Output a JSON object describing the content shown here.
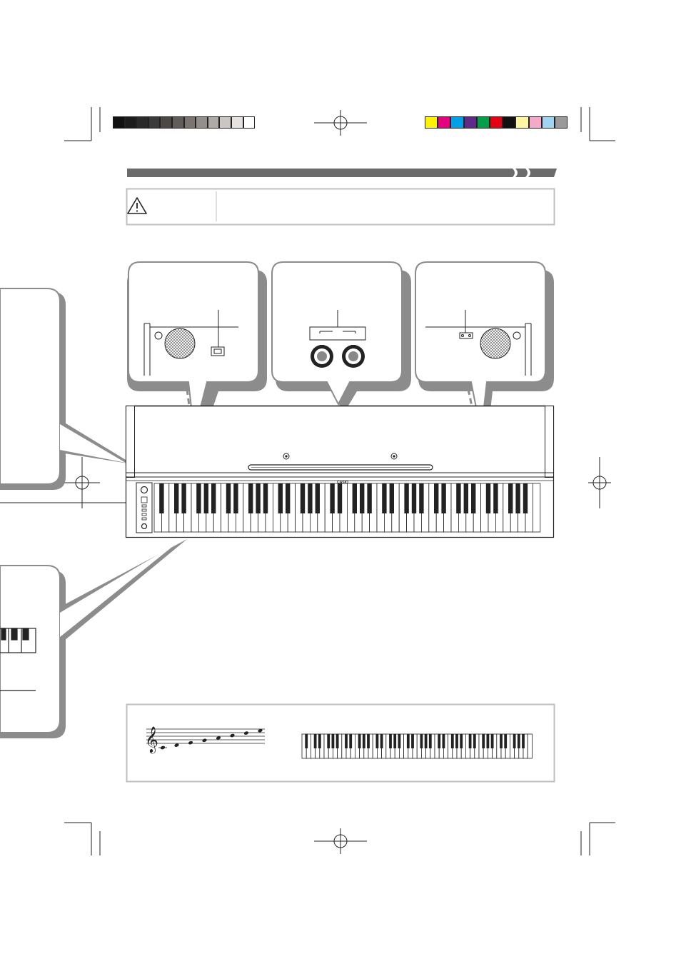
{
  "brand": {
    "logo_text": "CASIO"
  },
  "print_marks": {
    "gray_swatches": [
      "#111111",
      "#1c1c1c",
      "#2a2a2a",
      "#3a3a3a",
      "#4d4746",
      "#625d5b",
      "#7b7471",
      "#958f8c",
      "#b0aaa7",
      "#cbc6c3",
      "#e6e2df",
      "#ffffff"
    ],
    "color_swatches": [
      "#fff200",
      "#e4007f",
      "#00a0e9",
      "#5f2b8a",
      "#00a04a",
      "#e60012",
      "#111111",
      "#fff6a3",
      "#f5a9c8",
      "#a0d4f0",
      "#9a9a9a"
    ]
  },
  "icons": {
    "warning": "warning-triangle-icon"
  },
  "colors": {
    "banner": "#6b6b6b",
    "callout_shadow": "#8c8c8c",
    "line": "#222222"
  },
  "keyboard": {
    "main_white_keys": 52,
    "range_white_keys": 52
  },
  "staff": {
    "note_count": 8
  }
}
